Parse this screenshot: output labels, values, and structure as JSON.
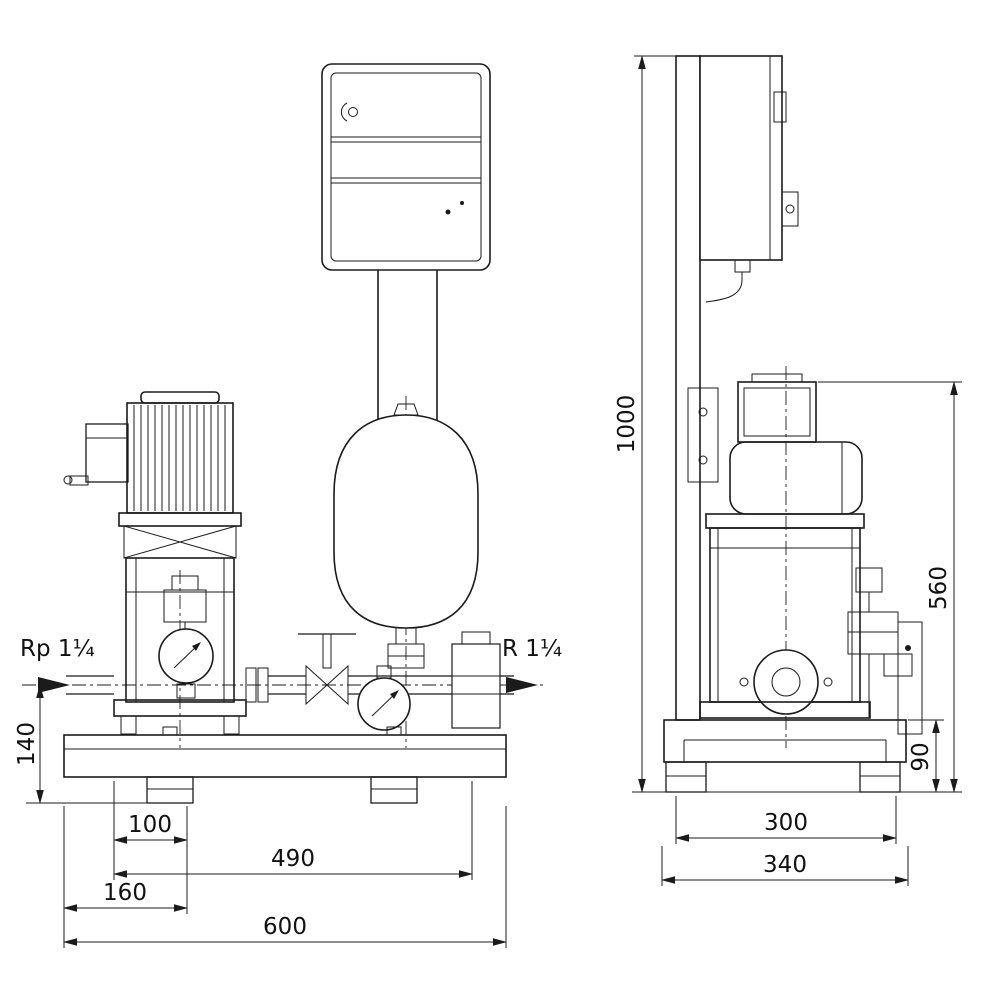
{
  "drawing": {
    "front_view": {
      "inlet_label": "Rp 1¼",
      "outlet_label": "R 1¼",
      "dims": {
        "base_to_axis_height": "140",
        "pump_inlet_offset": "100",
        "port_distance": "490",
        "pump_edge_offset": "160",
        "overall_width": "600"
      }
    },
    "side_view": {
      "dims": {
        "overall_height": "1000",
        "pump_height": "560",
        "base_height": "90",
        "foot_spacing": "300",
        "overall_depth": "340"
      }
    }
  }
}
